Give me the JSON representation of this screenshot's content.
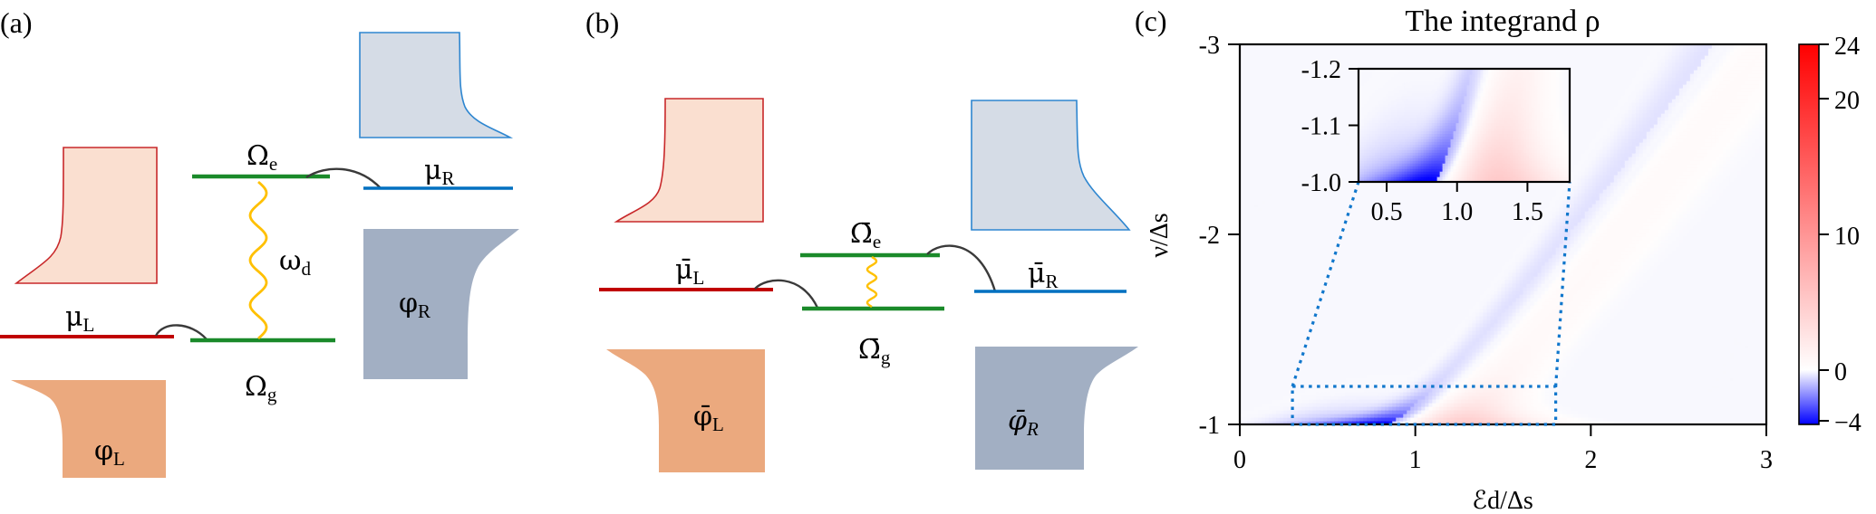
{
  "panels": {
    "a": {
      "label": "(a)",
      "levels": {
        "Omega_e": {
          "base": "Ω",
          "sub": "e"
        },
        "Omega_g": {
          "base": "Ω",
          "sub": "g"
        },
        "omega_d": {
          "base": "ω",
          "sub": "d"
        },
        "mu_L": {
          "base": "μ",
          "sub": "L"
        },
        "mu_R": {
          "base": "μ",
          "sub": "R"
        }
      },
      "leads": {
        "phi_L": {
          "base": "φ",
          "sub": "L"
        },
        "phi_R": {
          "base": "φ",
          "sub": "R"
        }
      }
    },
    "b": {
      "label": "(b)",
      "levels": {
        "Omega_e": {
          "base": "Ω̄",
          "sub": "e"
        },
        "Omega_g": {
          "base": "Ω̄",
          "sub": "g"
        },
        "mu_L": {
          "base": "μ̄",
          "sub": "L"
        },
        "mu_R": {
          "base": "μ̄",
          "sub": "R"
        }
      },
      "leads": {
        "phi_L": {
          "base": "φ̄",
          "sub": "L"
        },
        "phi_R": {
          "base": "φ̄",
          "sub": "R"
        }
      }
    }
  },
  "colors": {
    "red_line": "#c00000",
    "blue_line": "#0070c0",
    "green_line": "#1a8a2a",
    "wave": "#ffc000",
    "hop_arc": "#3a3a3a",
    "pink_fill": "#fadfd0",
    "pink_edge": "#c8282a",
    "orange_fill": "#eba97e",
    "lightblue_fill": "#d5dce6",
    "lightblue_edge": "#2e86d0",
    "slate_fill": "#a2afc3",
    "phiL_text": "#c00000",
    "phiR_text": "#0070c0",
    "zoom_box": "#1177cc"
  },
  "chart_data": {
    "type": "heatmap",
    "panel_label": "(c)",
    "title": "The integrand ρ",
    "xlabel": "ℰd/Δs",
    "ylabel": "ν/Δs",
    "xlim": [
      0,
      3
    ],
    "ylim": [
      -1,
      -3
    ],
    "xticks": [
      "0",
      "1",
      "2",
      "3"
    ],
    "xtick_values": [
      0,
      1,
      2,
      3
    ],
    "yticks": [
      "-3",
      "-2",
      "-1"
    ],
    "ytick_values": [
      -3,
      -2,
      -1
    ],
    "colorbar": {
      "range": [
        -4,
        24
      ],
      "ticks": [
        "24",
        "20",
        "10",
        "0",
        "−4"
      ],
      "tick_values": [
        24,
        20,
        10,
        0,
        -4
      ],
      "colormap": "bwr (blue-white-red)"
    },
    "features": [
      {
        "description": "negative (blue) band along diagonal",
        "start": [
          0.85,
          -1.0
        ],
        "end": [
          2.7,
          -3.0
        ],
        "peak_value": -4
      },
      {
        "description": "positive (red) band parallel, right of blue band",
        "start": [
          1.2,
          -1.0
        ],
        "end": [
          2.9,
          -3.0
        ],
        "peak_value": 3
      }
    ],
    "inset": {
      "xlim": [
        0.3,
        1.8
      ],
      "ylim": [
        -1.0,
        -1.2
      ],
      "xticks": [
        "0.5",
        "1.0",
        "1.5"
      ],
      "xtick_values": [
        0.5,
        1.0,
        1.5
      ],
      "yticks": [
        "-1.2",
        "-1.1",
        "-1.0"
      ],
      "ytick_values": [
        -1.2,
        -1.1,
        -1.0
      ],
      "zoom_region": {
        "x": [
          0.3,
          1.8
        ],
        "y": [
          -1.0,
          -1.2
        ]
      }
    }
  }
}
